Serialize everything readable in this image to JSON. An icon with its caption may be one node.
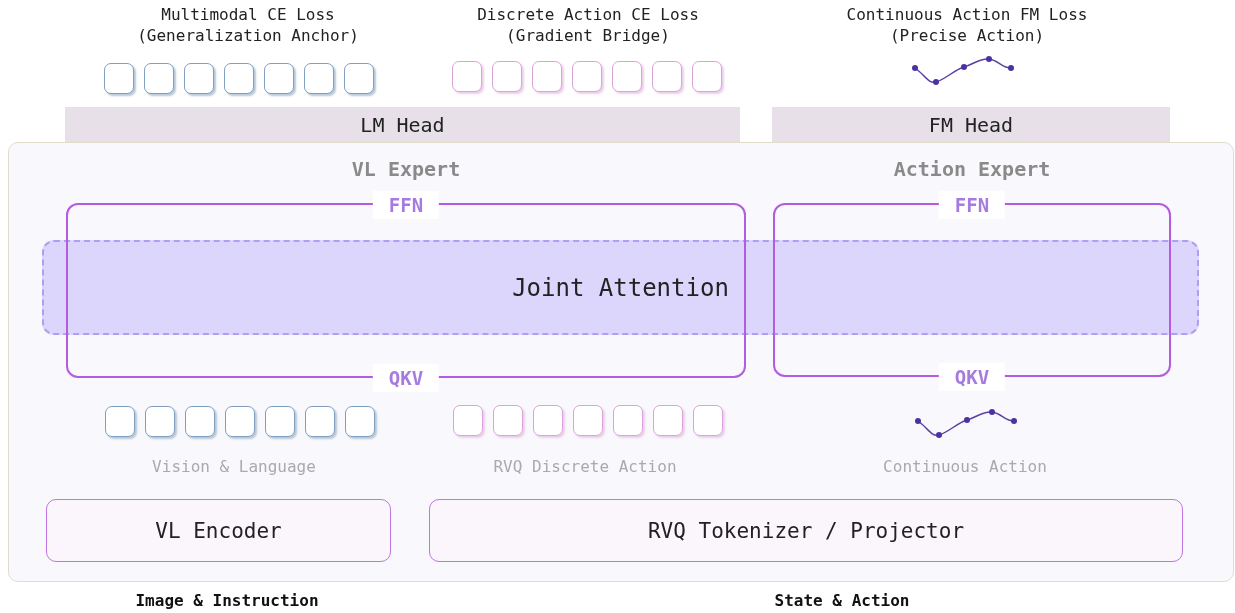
{
  "diagram": {
    "nodes": [
      {
        "text": [
          "LM Head"
        ]
      },
      {
        "text": [
          "FM Head"
        ]
      },
      {
        "text": [],
        "shape": "box"
      },
      {
        "text": [
          "VL Expert",
          "FFN",
          "QKV"
        ],
        "in": 2
      },
      {
        "text": [
          "Action Expert",
          "FFN",
          "QKV"
        ],
        "in": 2
      },
      {
        "text": [
          "Joint Attention"
        ],
        "in": 2
      },
      {
        "text": [
          "VL Encoder"
        ],
        "in": 2
      },
      {
        "text": [
          "RVQ Tokenizer / Projector"
        ],
        "in": 2
      }
    ],
    "labels": [
      "Multimodal CE Loss (Generalization Anchor)",
      "Discrete Action CE Loss (Gradient Bridge)",
      "Continuous Action FM Loss (Precise Action)",
      "Vision & Language",
      "RVQ Discrete Action",
      "Continuous Action",
      "Image & Instruction",
      "State & Action"
    ]
  }
}
